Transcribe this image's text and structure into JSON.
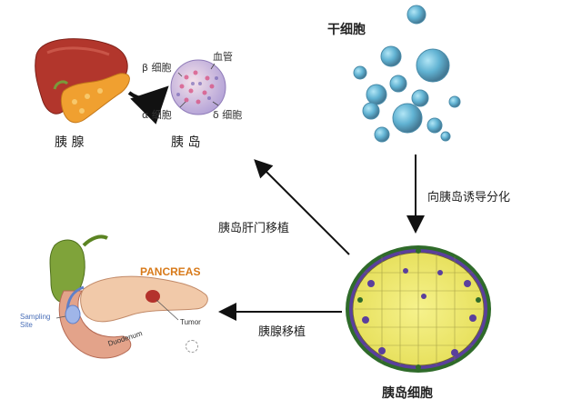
{
  "pancreas_top": {
    "label": "胰 腺",
    "islet_label": "胰 岛",
    "beta_cell": "β 细胞",
    "alpha_cell": "α 细胞",
    "delta_cell": "δ 细胞",
    "blood_vessel": "血管"
  },
  "stem_cells": {
    "label": "干细胞"
  },
  "arrows": {
    "differentiation": "向胰岛诱导分化",
    "liver_portal_transplant": "胰岛肝门移植",
    "pancreas_transplant": "胰腺移植"
  },
  "islet_cells": {
    "label": "胰岛细胞"
  },
  "pancreas_illustration": {
    "title": "PANCREAS",
    "sampling_site": "Sampling Site",
    "tumor": "Tumor",
    "duodenum": "Duodenum"
  },
  "colors": {
    "liver": "#b2362c",
    "pancreas": "#f0a030",
    "stem_cell": "#2c8ab4",
    "islet_yellow": "#f2ee7c",
    "islet_purple": "#5a3f9c",
    "islet_green": "#2f6b2a"
  }
}
